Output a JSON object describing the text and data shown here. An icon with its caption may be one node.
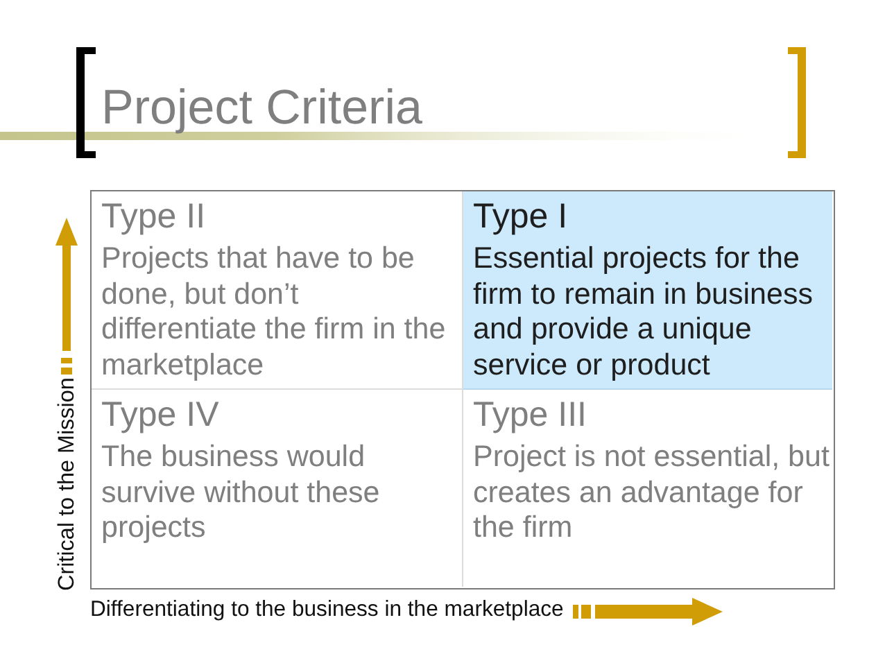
{
  "diagram": {
    "title": "Project Criteria",
    "nodes": [
      {
        "text": [
          "Type II",
          "Projects that have to be done, but don’t differentiate the firm in the marketplace"
        ]
      },
      {
        "text": [
          "Type I",
          "Essential projects for the firm to remain in business and provide a unique service or product"
        ]
      },
      {
        "text": [
          "Type IV",
          "The business would survive without these projects"
        ]
      },
      {
        "text": [
          "Type III",
          "Project is not essential, but creates an advantage for the firm"
        ]
      }
    ],
    "labels": [
      "Critical to the Mission",
      "Differentiating to the business in the marketplace"
    ]
  }
}
